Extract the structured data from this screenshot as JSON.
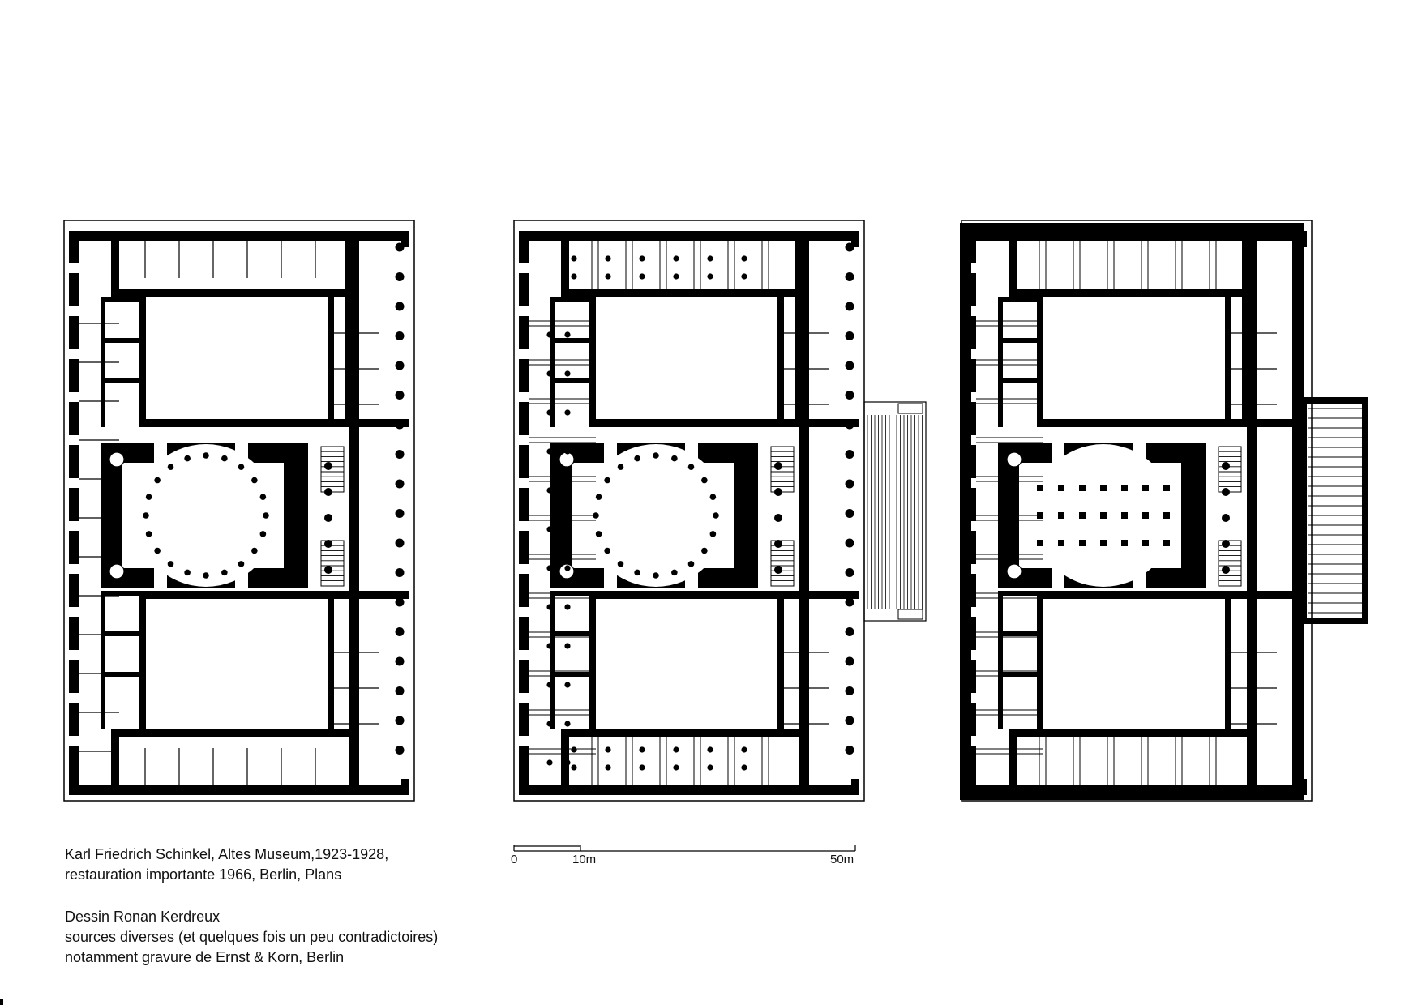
{
  "caption": {
    "title_line1": "Karl Friedrich Schinkel, Altes Museum,1923-1928,",
    "title_line2": "restauration importante 1966, Berlin, Plans",
    "credit_line1": "Dessin Ronan Kerdreux",
    "credit_line2": "sources diverses (et quelques fois un peu contradictoires)",
    "credit_line3": "notamment gravure de Ernst & Korn, Berlin"
  },
  "scale_bar": {
    "label_0": "0",
    "label_10": "10m",
    "label_50": "50m"
  },
  "colors": {
    "wall": "#000000",
    "paper": "#ffffff",
    "text": "#111111"
  },
  "plans": [
    {
      "name": "plan-1",
      "description_icon": "floor-plan-icon"
    },
    {
      "name": "plan-2",
      "description_icon": "floor-plan-icon"
    },
    {
      "name": "plan-3",
      "description_icon": "floor-plan-icon"
    }
  ]
}
